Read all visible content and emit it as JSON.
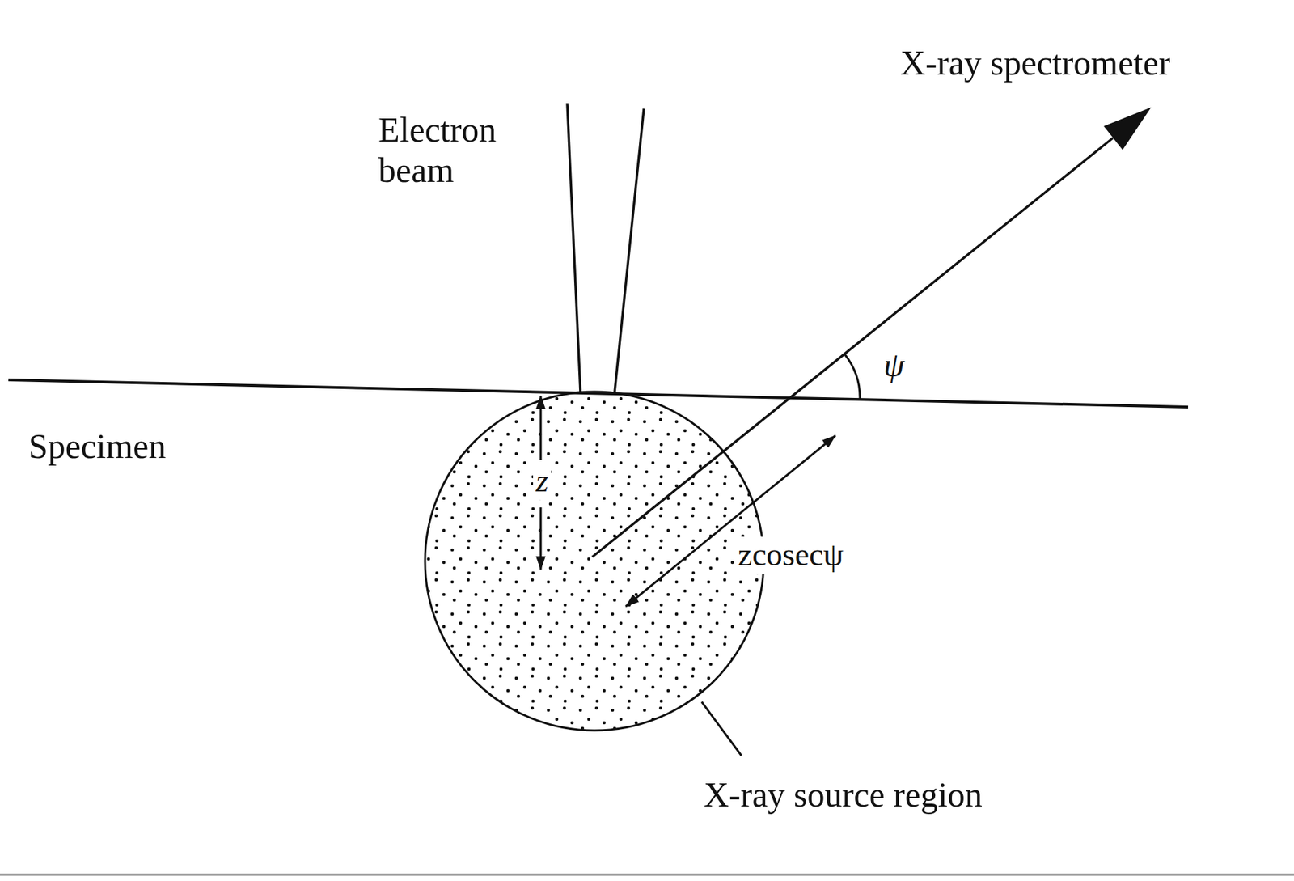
{
  "diagram": {
    "labels": [
      "Electron beam",
      "X-ray spectrometer",
      "ψ",
      "Specimen",
      "z",
      "zcosecψ",
      "X-ray source region"
    ]
  }
}
